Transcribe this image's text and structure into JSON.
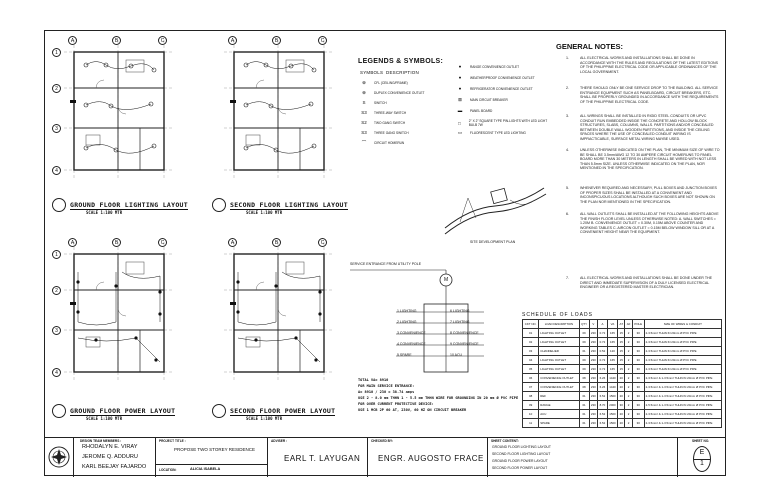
{
  "plans": [
    {
      "id": "gf-lighting",
      "title": "GROUND FLOOR LIGHTING LAYOUT",
      "scale": "SCALE 1:100 MTR"
    },
    {
      "id": "sf-lighting",
      "title": "SECOND FLOOR LIGHTING LAYOUT",
      "scale": "SCALE 1:100 MTR"
    },
    {
      "id": "gf-power",
      "title": "GROUND FLOOR POWER LAYOUT",
      "scale": "SCALE 1:100 MTR"
    },
    {
      "id": "sf-power",
      "title": "SECOND FLOOR POWER LAYOUT",
      "scale": "SCALE 1:100 MTR"
    }
  ],
  "grid_labels": {
    "columns": [
      "A",
      "B",
      "C"
    ],
    "rows": [
      "1",
      "2",
      "3",
      "4"
    ]
  },
  "legend": {
    "title": "LEGENDS & SYMBOLS:",
    "col_symbols": "SYMBOLS",
    "col_description": "DESCRIPTION",
    "left": [
      {
        "sym": "⊗",
        "desc": "CFL (CEILING/FRAME)"
      },
      {
        "sym": "⊕",
        "desc": "DUPLEX CONVENIENCE OUTLET"
      },
      {
        "sym": "S",
        "desc": "SWITCH"
      },
      {
        "sym": "S3",
        "desc": "THREE-WAY SWITCH"
      },
      {
        "sym": "S2",
        "desc": "TWO GANG SWITCH"
      },
      {
        "sym": "S3",
        "desc": "THREE GANG SWITCH"
      },
      {
        "sym": "⌒",
        "desc": "CIRCUIT HOMERUN"
      }
    ],
    "right": [
      {
        "sym": "●",
        "desc": "RANGE CONVENIENCE OUTLET"
      },
      {
        "sym": "●",
        "desc": "WEATHERPROOF CONVENIENCE OUTLET"
      },
      {
        "sym": "●",
        "desc": "REFRIGERATOR CONVENIENCE OUTLET"
      },
      {
        "sym": "⊠",
        "desc": "MAIN CIRCUIT BREAKER"
      },
      {
        "sym": "▬",
        "desc": "PANEL BOARD"
      },
      {
        "sym": "□",
        "desc": "2\" X 2\" SQUARE TYPE PIN-LIGHTS WITH LED LIGHT BULB 7W"
      },
      {
        "sym": "▭",
        "desc": "FLUORESCENT TYPE LED LIGHTING"
      }
    ]
  },
  "site_plan": {
    "label": "SITE DEVELOPMENT PLAN"
  },
  "riser": {
    "meter_label": "M",
    "top_note": "SERVICE ENTRANCE FROM UTILITY POLE",
    "circuits_left": [
      "1 LIGHTING",
      "2 LIGHTING",
      "3 CONVENIENCE",
      "4 CONVENIENCE",
      "5 SPARE"
    ],
    "circuits_right": [
      "6 LIGHTING",
      "7 LIGHTING",
      "8 CONVENIENCE",
      "9 CONVENIENCE",
      "10 ACU"
    ],
    "notes": [
      "TOTAL VA= 8910",
      "FOR MAIN SERVICE ENTRANCE:",
      "A= 8910 / 230 = 38.74 amps",
      "USE 2 - 8.0 mm THHN 1 - 5.5 mm THHN WIRE FOR GROUNDING IN 20 mm Ø PVC PIPE",
      "FOR OVER CURRENT PROTECTIVE DEVICE:",
      "USE 1 MCB 2P 60 AT, 230V, 60 HZ ON CIRCUIT BREAKER"
    ]
  },
  "general_notes": {
    "title": "GENERAL NOTES:",
    "items": [
      {
        "num": "1.",
        "text": "ALL ELECTRICAL WORKS AND INSTALLATIONS SHALL BE DONE IN ACCORDANCE WITH THE RULES AND REGULATIONS OF THE LATEST EDITIONS OF THE PHILIPPINE ELECTRICAL CODE OR APPLICABLE ORDINANCES OF THE LOCAL GOVERNMENT."
      },
      {
        "num": "2.",
        "text": "THERE SHOULD ONLY BE ONE SERVICE DROP TO THE BUILDING. ALL SERVICE ENTRANCE EQUIPMENT SUCH AS PANELBOARD, CIRCUIT BREAKERS, ETC. SHALL BE PROPERLY GROUNDED IN ACCORDANCE WITH THE REQUIREMENTS OF THE PHILIPPINE ELECTRICAL CODE."
      },
      {
        "num": "3.",
        "text": "ALL WIRINGS SHALL BE INSTALLED IN RIGID STEEL CONDUITS OR UPVC CONDUIT RUN EMBEDDED INSIDE THE CONCRETE AND HOLLOW BLOCK STRUCTURES, SLABS, COLUMNS, WALLS. PARTITIONS AND/OR CONCEALED BETWEEN DOUBLE WALL WOODEN PARTITIONS, AND INSIDE THE CEILING SPACES WHERE THE USE OF CONCEALED CONDUIT WIRING IS IMPRACTICABLE, SURFACE METAL WIRING MAYBE USED."
      },
      {
        "num": "4.",
        "text": "UNLESS OTHERWISE INDICATED ON THE PLAN, THE MINIMUM SIZE OF WIRE TO BE SHALL BE 3.5mm/AWG 12 TO 30 AMPERE CIRCUIT HOMERUNS TO PANEL BOARD MORE THAN 30 METERS IN LENGTH SHALL BE WIRED WITH NOT LESS THAN 5.5mm SIZE. UNLESS OTHERWISE INDICATED ON THE PLAN, NOR MENTIONED IN THE SPECIFICATION."
      },
      {
        "num": "5.",
        "text": "WHENEVER REQUIRED AND NECESSARY, PULL BOXES AND JUNCTION BOXES OF PROPER SIZES SHALL BE INSTALLED AT A CONVENIENT AND INCONSPICUOUS LOCATIONS ALTHOUGH SUCH BOXES ARE NOT SHOWN ON THE PLAN NOR MENTIONED IN THE SPECIFICATION."
      },
      {
        "num": "6.",
        "text": "ALL WALL OUTLETS SHALL BE INSTALLED AT THE FOLLOWING HEIGHTS ABOVE THE FINISH FLOOR LEVEL UNLESS OTHERWISE NOTED: A. WALL SWITCHES = 1.20M  B. CONVENIENCE OUTLET = 0.30M, 0.15M ABOVE COUNTER AND WORKING TABLES  C. AIRCON OUTLET = 0.15M BELOW WINDOW SILL OR AT A CONVENIENT HEIGHT NEAR THE EQUIPMENT."
      },
      {
        "num": "7.",
        "text": "ALL ELECTRICAL WORKS AND INSTALLATIONS SHALL BE DONE UNDER THE DIRECT AND IMMEDIATE SUPERVISION OF A DULY LICENSED ELECTRICAL ENGINEER OR A REGISTERED MASTER ELECTRICIAN."
      }
    ]
  },
  "schedule": {
    "title": "SCHEDULE OF LOADS",
    "headers": [
      "CKT NO.",
      "LOAD DESCRIPTION",
      "QTY",
      "V",
      "A",
      "VA",
      "AT",
      "AF",
      "POLE",
      "SIZE OF WIRES & CONDUIT"
    ],
    "rows": [
      [
        "01",
        "LIGHTING OUTLET",
        "09",
        "230",
        "0.72",
        "165",
        "15",
        "2",
        "30",
        "2-3.5mm² THHN IN 20mm Ø PVC PIPE"
      ],
      [
        "02",
        "LIGHTING OUTLET",
        "09",
        "230",
        "0.72",
        "165",
        "15",
        "2",
        "30",
        "2-3.5mm² THHN IN 20mm Ø PVC PIPE"
      ],
      [
        "03",
        "CHANDELIER",
        "01",
        "230",
        "0.52",
        "120",
        "15",
        "2",
        "30",
        "2-3.5mm² THHN IN 20mm Ø PVC PIPE"
      ],
      [
        "04",
        "LIGHTING OUTLET",
        "09",
        "230",
        "0.72",
        "165",
        "15",
        "2",
        "30",
        "2-3.5mm² THHN IN 20mm Ø PVC PIPE"
      ],
      [
        "05",
        "LIGHTING OUTLET",
        "09",
        "230",
        "0.72",
        "165",
        "15",
        "2",
        "30",
        "2-3.5mm² THHN IN 20mm Ø PVC PIPE"
      ],
      [
        "06",
        "CONVENIENCE OUTLET",
        "08",
        "230",
        "6.26",
        "1440",
        "20",
        "2",
        "30",
        "2-3.5mm² & 1-3.5mm² THHN IN 20mm Ø PVC PIPE"
      ],
      [
        "07",
        "CONVENIENCE OUTLET",
        "08",
        "230",
        "6.26",
        "1440",
        "20",
        "2",
        "30",
        "2-3.5mm² & 1-3.5mm² THHN IN 20mm Ø PVC PIPE"
      ],
      [
        "08",
        "REF",
        "01",
        "230",
        "6.52",
        "1500",
        "20",
        "2",
        "30",
        "2-3.5mm² & 1-3.5mm² THHN IN 20mm Ø PVC PIPE"
      ],
      [
        "09",
        "RANGE",
        "01",
        "230",
        "8.70",
        "2000",
        "30",
        "2",
        "30",
        "2-5.5mm² & 1-3.5mm² THHN IN 20mm Ø PVC PIPE"
      ],
      [
        "10",
        "ACU",
        "01",
        "230",
        "6.52",
        "1500",
        "20",
        "2",
        "30",
        "2-3.5mm² & 1-3.5mm² THHN IN 20mm Ø PVC PIPE"
      ],
      [
        "11",
        "SPARE",
        "01",
        "230",
        "6.52",
        "1500",
        "20",
        "2",
        "30",
        "2-3.5mm² & 1-3.5mm² THHN IN 20mm Ø PVC PIPE"
      ]
    ]
  },
  "title_block": {
    "team_label": "DESIGN TEAM MEMBERS :",
    "members": [
      "RHODALYN E. VIRAY",
      "JEROME Q. ADDURU",
      "KARL BEEJAY FAJARDO"
    ],
    "project_label": "PROJECT TITLE :",
    "project": "PROPOSE TWO STOREY RESIDENCE",
    "location_label": "LOCATION:",
    "location": "ALICIA ISABELA",
    "adviser_label": "ADVISER :",
    "adviser": "EARL T. LAYUGAN",
    "checked_label": "CHECKED BY:",
    "checked": "ENGR. AUGOSTO FRACE",
    "contents_label": "SHEET CONTENT:",
    "contents": [
      "GROUND FLOOR LIGHTING LAYOUT",
      "SECOND FLOOR LIGHTING LAYOUT",
      "GROUND FLOOR POWER LAYOUT",
      "SECOND FLOOR POWER LAYOUT"
    ],
    "sheet_label": "SHEET NO.",
    "sheet_top": "E",
    "sheet_bottom": "1"
  }
}
